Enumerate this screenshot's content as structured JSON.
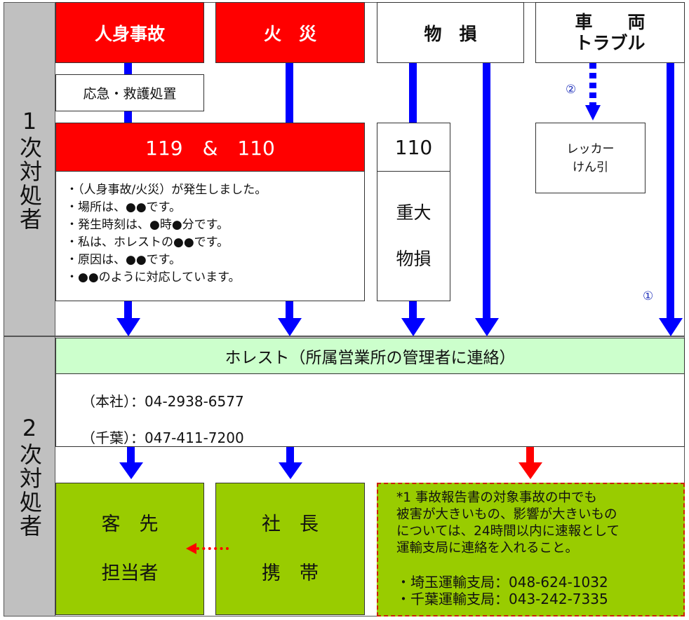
{
  "sections": {
    "first": "1次対処者",
    "second": "2次対処者"
  },
  "incidents": {
    "injury": "人身事故",
    "fire": "火　災",
    "property": "物　損",
    "vehicle_line1": "車　　両",
    "vehicle_line2": "トラブル"
  },
  "first_aid": "応急・救護処置",
  "emergency": {
    "number": "119　&　110",
    "script": [
      "・（人身事故/火災）が発生しました。",
      "・場所は、●●です。",
      "・発生時刻は、●時●分です。",
      "・私は、ホレストの●●です。",
      "・原因は、●●です。",
      "・●●のように対応しています。"
    ]
  },
  "police": {
    "number": "110",
    "line1": "重大",
    "line2": "物損"
  },
  "tow": {
    "line1": "レッカー",
    "line2": "けん引"
  },
  "markers": {
    "one": "①",
    "two": "②"
  },
  "contact": {
    "title": "ホレスト（所属営業所の管理者に連絡）",
    "phones": [
      "（本社）：04-2938-6577",
      "（千葉）：047-411-7200"
    ]
  },
  "client": "客　先\n担当者",
  "president": "社　長\n携　帯",
  "note": {
    "lines": [
      "*1 事故報告書の対象事故の中でも",
      "被害が大きいもの、影響が大きいもの",
      "については、24時間以内に速報として",
      "運輸支局に連絡を入れること。"
    ],
    "offices": [
      "・埼玉運輸支局：048-624-1032",
      "・千葉運輸支局：043-242-7335"
    ]
  },
  "colors": {
    "red": "#ff0000",
    "blue": "#0000ff",
    "green": "#99cc00",
    "light_green": "#ccffcc",
    "gray": "#c0c0c0"
  }
}
